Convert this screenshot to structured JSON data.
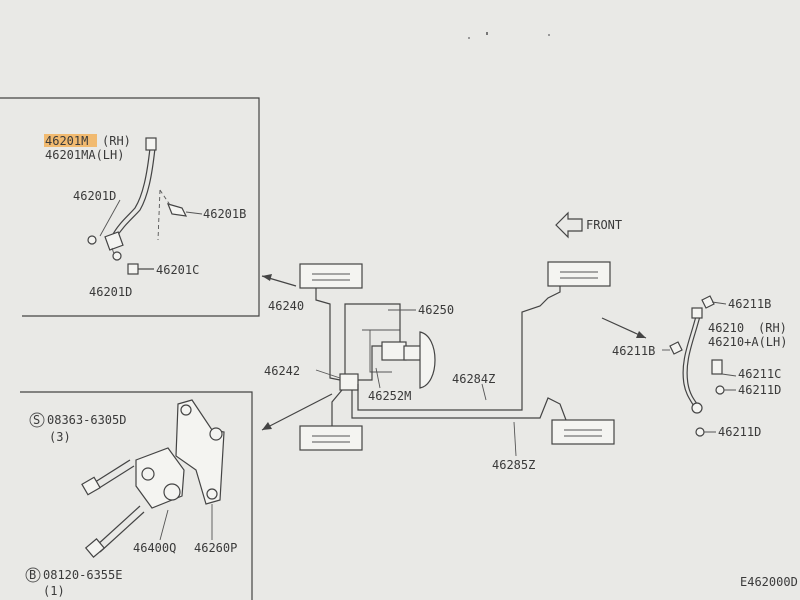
{
  "labels": {
    "p46201m": "46201M",
    "rh1": "(RH)",
    "p46201ma": "46201MA(LH)",
    "p46201d_a": "46201D",
    "p46201b": "46201B",
    "p46201c": "46201C",
    "p46201d_b": "46201D",
    "front": "FRONT",
    "p46240": "46240",
    "p46250": "46250",
    "p46242": "46242",
    "p46252m": "46252M",
    "p46284z": "46284Z",
    "p46285z": "46285Z",
    "p46211b_top": "46211B",
    "p46210": "46210",
    "rh2": "(RH)",
    "p46210a": "46210+A(LH)",
    "p46211b_left": "46211B",
    "p46211c": "46211C",
    "p46211d_a": "46211D",
    "p46211d_b": "46211D",
    "s_mark": "S",
    "bolt1": "08363-6305D",
    "qty1": "(3)",
    "b_mark": "B",
    "bolt2": "08120-6355E",
    "qty2": "(1)",
    "p46400q": "46400Q",
    "p46260p": "46260P",
    "code": "E462000D"
  },
  "colors": {
    "background": "#e9e9e6",
    "highlight": "#f2b15a",
    "line": "#444444",
    "text": "#3a3a3a"
  }
}
